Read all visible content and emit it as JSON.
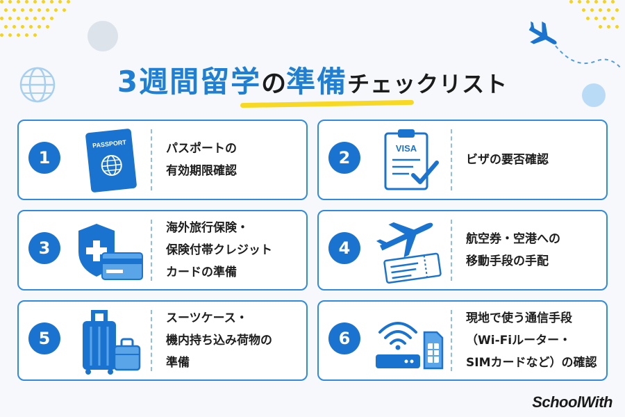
{
  "title": {
    "number": "3",
    "main": "週間留学",
    "particle": "の",
    "accent": "準備",
    "rest": "チェックリスト"
  },
  "items": [
    {
      "number": "1",
      "icon": "passport-icon",
      "lines": [
        "パスポートの",
        "有効期限確認"
      ],
      "icon_text": "PASSPORT"
    },
    {
      "number": "2",
      "icon": "visa-clipboard-icon",
      "lines": [
        "ビザの要否確認"
      ],
      "icon_text": "VISA"
    },
    {
      "number": "3",
      "icon": "insurance-shield-card-icon",
      "lines": [
        "海外旅行保険・",
        "保険付帯クレジット",
        "カードの準備"
      ]
    },
    {
      "number": "4",
      "icon": "airplane-ticket-icon",
      "lines": [
        "航空券・空港への",
        "移動手段の手配"
      ]
    },
    {
      "number": "5",
      "icon": "suitcase-icon",
      "lines": [
        "スーツケース・",
        "機内持ち込み荷物の",
        "準備"
      ]
    },
    {
      "number": "6",
      "icon": "wifi-router-sim-icon",
      "lines": [
        "現地で使う通信手段",
        "（Wi-Fiルーター・",
        "SIMカードなど）の確認"
      ]
    }
  ],
  "logo": "SchoolWith",
  "colors": {
    "accent_blue": "#1a73cf",
    "card_border": "#2f8ae0",
    "highlight_yellow": "#f7d824",
    "background": "#f6f8fb"
  }
}
